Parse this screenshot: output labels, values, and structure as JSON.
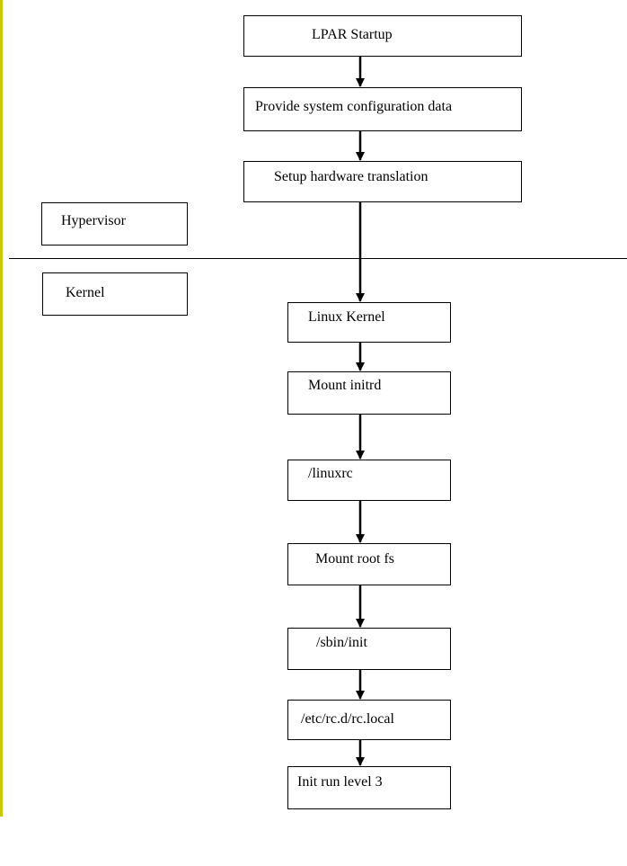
{
  "layers": {
    "hypervisor": "Hypervisor",
    "kernel": "Kernel"
  },
  "steps": [
    "LPAR Startup",
    "Provide system configuration data",
    "Setup hardware translation",
    "Linux Kernel",
    "Mount initrd",
    "/linuxrc",
    "Mount root fs",
    "/sbin/init",
    "/etc/rc.d/rc.local",
    "Init run level 3"
  ],
  "colors": {
    "left_rule": "#c8c800",
    "stroke": "#000000"
  }
}
